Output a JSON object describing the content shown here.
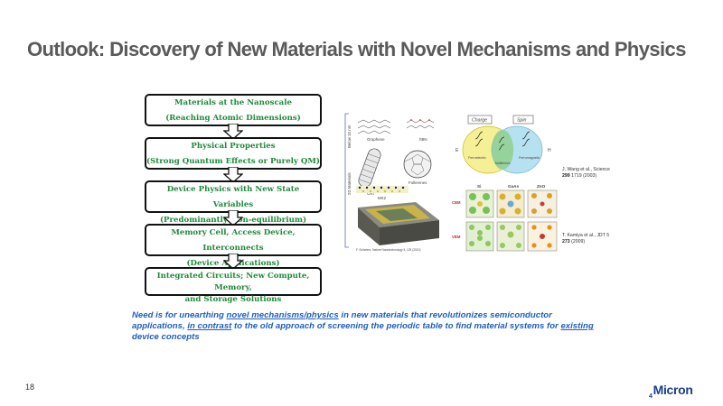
{
  "slide": {
    "title": "Outlook: Discovery of New Materials with Novel Mechanisms and Physics",
    "page_number": "18",
    "logo_text": "Micron",
    "logo_sub": "4"
  },
  "flow": {
    "boxes": [
      {
        "line1": "Materials at the Nanoscale",
        "line2": "(Reaching Atomic Dimensions)"
      },
      {
        "line1": "Physical Properties",
        "line2": "(Strong Quantum Effects or Purely QM)"
      },
      {
        "line1": "Device Physics with New State Variables",
        "line2": "(Predominantly Non-equilibrium)"
      },
      {
        "line1": "Memory Cell, Access Device, Interconnects",
        "line2": "(Device Applications)"
      },
      {
        "line1": "Integrated Circuits; New Compute, Memory,",
        "line2": "and Storage Solutions"
      }
    ]
  },
  "figure_left": {
    "axis_top": "Below 10 nm",
    "axis_bottom": "2D Materials",
    "labels": {
      "graphene": "Graphene",
      "hbn": "hBN",
      "cnt": "CNT",
      "fullerenes": "Fullerenes",
      "mx2": "MX2"
    },
    "citation": "F. Schwierz, Nature Nanotechnology 5, 125 (2010)"
  },
  "figure_right": {
    "charge_label": "Charge",
    "spin_label": "Spin",
    "ferro_label": "Ferroelectric",
    "magnet_label": "Ferromagnetic",
    "multi_label": "Multiferroic",
    "e_label": "E",
    "h_label": "H",
    "ref1_line1": "J. Wang et al., Science",
    "ref1_line2_bold": "299",
    "ref1_line2_rest": " 1719 (2003)",
    "crystal_cols": [
      "Si",
      "GaAs",
      "ZnO"
    ],
    "crystal_rows": [
      "CBM",
      "VBM"
    ],
    "ref2_line1": "T. Kamiya et al., JDT 5",
    "ref2_line2_bold": "273",
    "ref2_line2_rest": " (2009)"
  },
  "description": {
    "part1": "Need is for unearthing ",
    "link1": "novel mechanisms/physics",
    "part2": " in new materials that revolutionizes semiconductor applications, ",
    "link2": "in contrast",
    "part3": " to the old approach of screening the periodic table to find material systems for ",
    "link3": "existing",
    "part4": " device concepts"
  }
}
